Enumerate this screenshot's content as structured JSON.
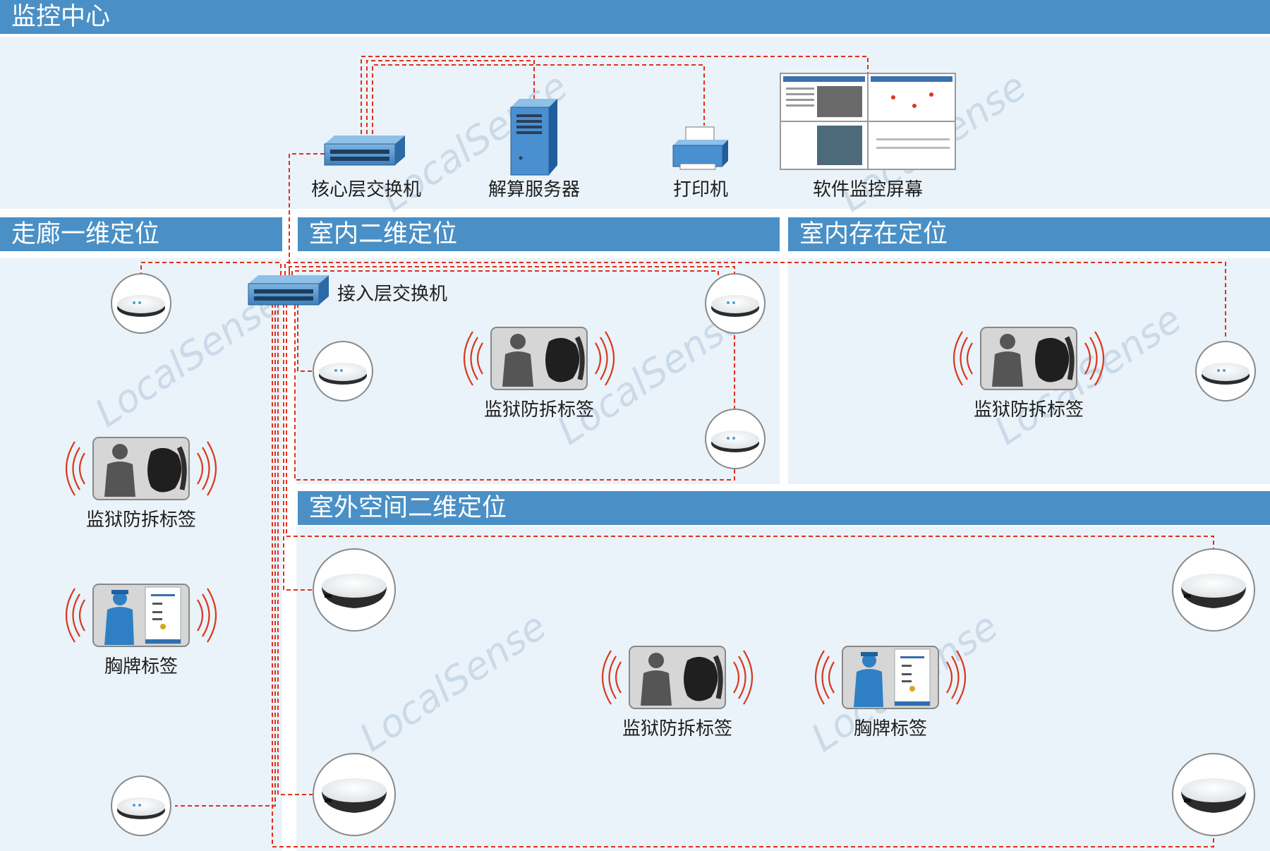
{
  "sections": {
    "monitoring_center": "监控中心",
    "corridor": "走廊一维定位",
    "indoor_2d": "室内二维定位",
    "indoor_presence": "室内存在定位",
    "outdoor_2d": "室外空间二维定位"
  },
  "devices": {
    "core_switch": "核心层交换机",
    "solver_server": "解算服务器",
    "printer": "打印机",
    "monitor_screen": "软件监控屏幕",
    "access_switch": "接入层交换机"
  },
  "tags": {
    "prison_tag": "监狱防拆标签",
    "badge_tag": "胸牌标签"
  },
  "watermark": "LocalSense",
  "colors": {
    "band": "#4a90c6",
    "panel": "#eaf3f9",
    "wire": "#e0301e",
    "signal": "#d9381e"
  }
}
